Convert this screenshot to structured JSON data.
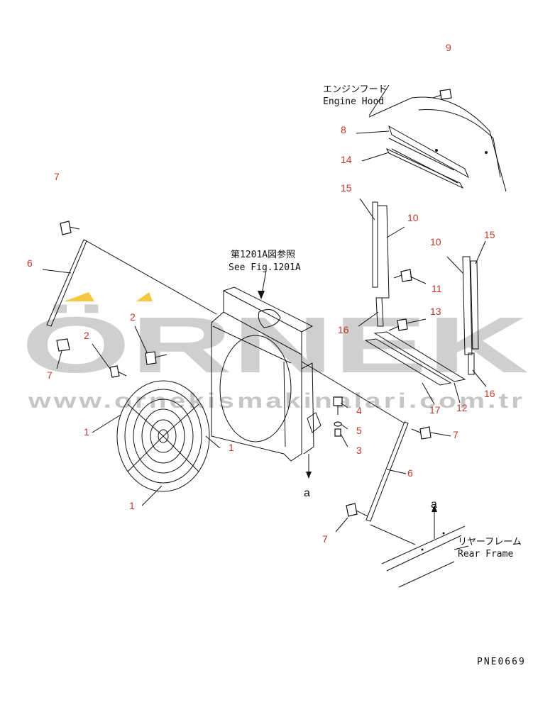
{
  "diagram": {
    "engine_hood_jp": "エンジンフード",
    "engine_hood_en": "Engine Hood",
    "see_fig_jp": "第1201A図参照",
    "see_fig_en": "See Fig.1201A",
    "rear_frame_jp": "リヤーフレーム",
    "rear_frame_en": "Rear Frame",
    "view_mark": "a",
    "figure_code": "PNE0669",
    "callouts": [
      "9",
      "8",
      "14",
      "7",
      "15",
      "10",
      "6",
      "10",
      "15",
      "11",
      "2",
      "13",
      "16",
      "2",
      "7",
      "4",
      "5",
      "3",
      "16",
      "17",
      "12",
      "1",
      "1",
      "6",
      "7",
      "1",
      "7"
    ]
  },
  "watermark": {
    "brand": "ÖRNEK",
    "url": "www.ornekismakinalari.com.tr",
    "accent_color": "#f5c842"
  },
  "colors": {
    "callout": "#c0392b",
    "line": "#111111",
    "watermark": "#cfcfcf"
  }
}
